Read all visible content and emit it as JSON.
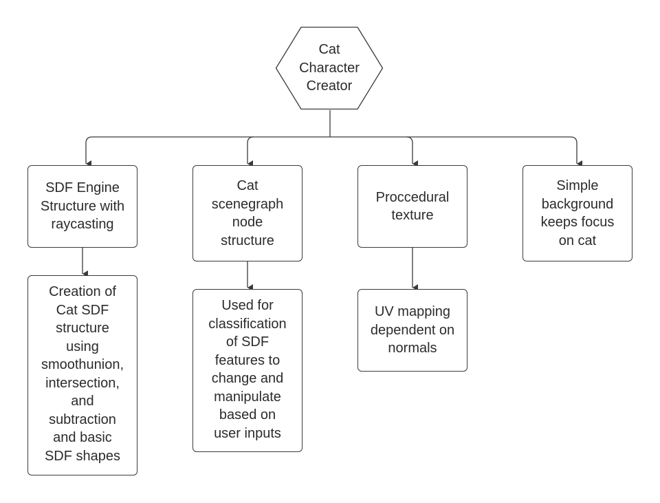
{
  "root": {
    "label": "Cat\nCharacter\nCreator"
  },
  "branches": [
    {
      "label": "SDF Engine\nStructure with\nraycasting",
      "child": "Creation of\nCat SDF\nstructure\nusing\nsmoothunion,\nintersection,\nand\nsubtraction\nand basic\nSDF shapes"
    },
    {
      "label": "Cat\nscenegraph\nnode\nstructure",
      "child": "Used for\nclassification\nof SDF\nfeatures to\nchange and\nmanipulate\nbased on\nuser inputs"
    },
    {
      "label": "Proccedural\ntexture",
      "child": "UV mapping\ndependent on\nnormals"
    },
    {
      "label": "Simple\nbackground\nkeeps focus\non cat"
    }
  ]
}
